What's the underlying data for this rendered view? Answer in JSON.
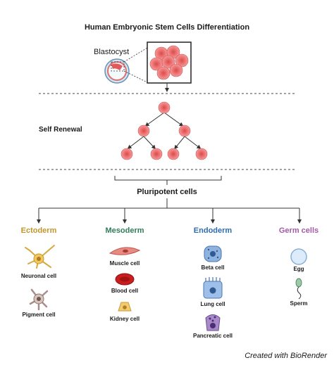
{
  "title": "Human Embryonic Stem Cells Differentiation",
  "blastocyst_label": "Blastocyst",
  "self_renewal_label": "Self Renewal",
  "pluripotent_label": "Pluripotent cells",
  "germ_layers": [
    {
      "name": "Ectoderm",
      "color": "#c4962a",
      "cells": [
        "Neuronal cell",
        "Pigment cell"
      ]
    },
    {
      "name": "Mesoderm",
      "color": "#2f7d5b",
      "cells": [
        "Muscle cell",
        "Blood cell",
        "Kidney cell"
      ]
    },
    {
      "name": "Endoderm",
      "color": "#2c6cb0",
      "cells": [
        "Beta cell",
        "Lung cell",
        "Pancreatic cell"
      ]
    },
    {
      "name": "Germ cells",
      "color": "#a35aa8",
      "cells": [
        "Egg",
        "Sperm"
      ]
    }
  ],
  "credit": "Created with BioRender",
  "colors": {
    "cell_fill": "#ef6f6f",
    "cell_nucleus": "#c94a4a",
    "line": "#333333",
    "dashed": "#444444"
  }
}
